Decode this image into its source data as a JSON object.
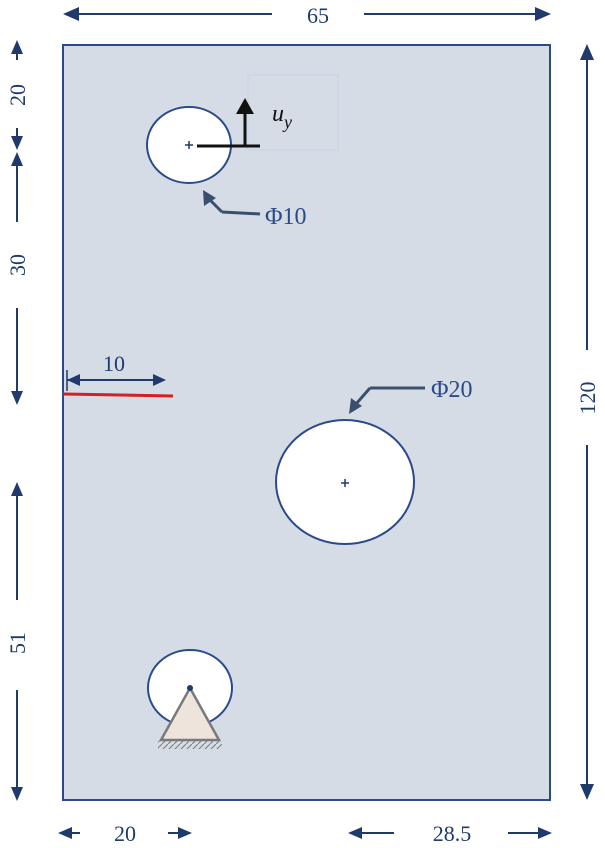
{
  "colors": {
    "plate_fill": "#d6dce6",
    "plate_edge": "#2a4a8c",
    "hole_fill": "#ffffff",
    "crack": "#d42020",
    "dimension": "#1f3a6b",
    "label": "#2b4a8a",
    "load_arrow": "#111111",
    "support_fill": "#efe4dc",
    "support_edge": "#7a7a7a"
  },
  "dimensions": {
    "width": "65",
    "height": "120",
    "top_to_hole": "20",
    "hole_spacing": "30",
    "bottom_to_crack": "51",
    "left_to_holes": "20",
    "right_to_big_hole": "28.5",
    "crack_length": "10"
  },
  "labels": {
    "small_hole": "Φ10",
    "large_hole": "Φ20",
    "load_symbol": "u",
    "load_subscript": "y"
  },
  "icons": {
    "support": "pin-support-icon",
    "load": "arrow-up-icon"
  }
}
